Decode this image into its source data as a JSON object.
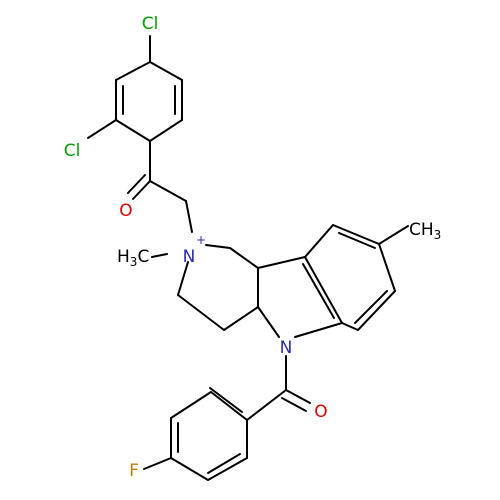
{
  "molecule": {
    "atoms": {
      "cl_top": {
        "text": "Cl",
        "color": "#00a000"
      },
      "cl_left": {
        "text": "Cl",
        "color": "#00a000"
      },
      "o_ketone": {
        "text": "O",
        "color": "#e00000"
      },
      "n_plus": {
        "text": "N",
        "charge": "+",
        "color": "#2a2ab0"
      },
      "methyl_n": {
        "text": "H",
        "sub": "3",
        "tail": "C",
        "color": "#000000"
      },
      "methyl_ring": {
        "text": "CH",
        "sub": "3",
        "color": "#000000"
      },
      "n_indole": {
        "text": "N",
        "color": "#2a2ab0"
      },
      "o_amide": {
        "text": "O",
        "color": "#e00000"
      },
      "fluorine": {
        "text": "F",
        "color": "#c08000"
      }
    }
  }
}
